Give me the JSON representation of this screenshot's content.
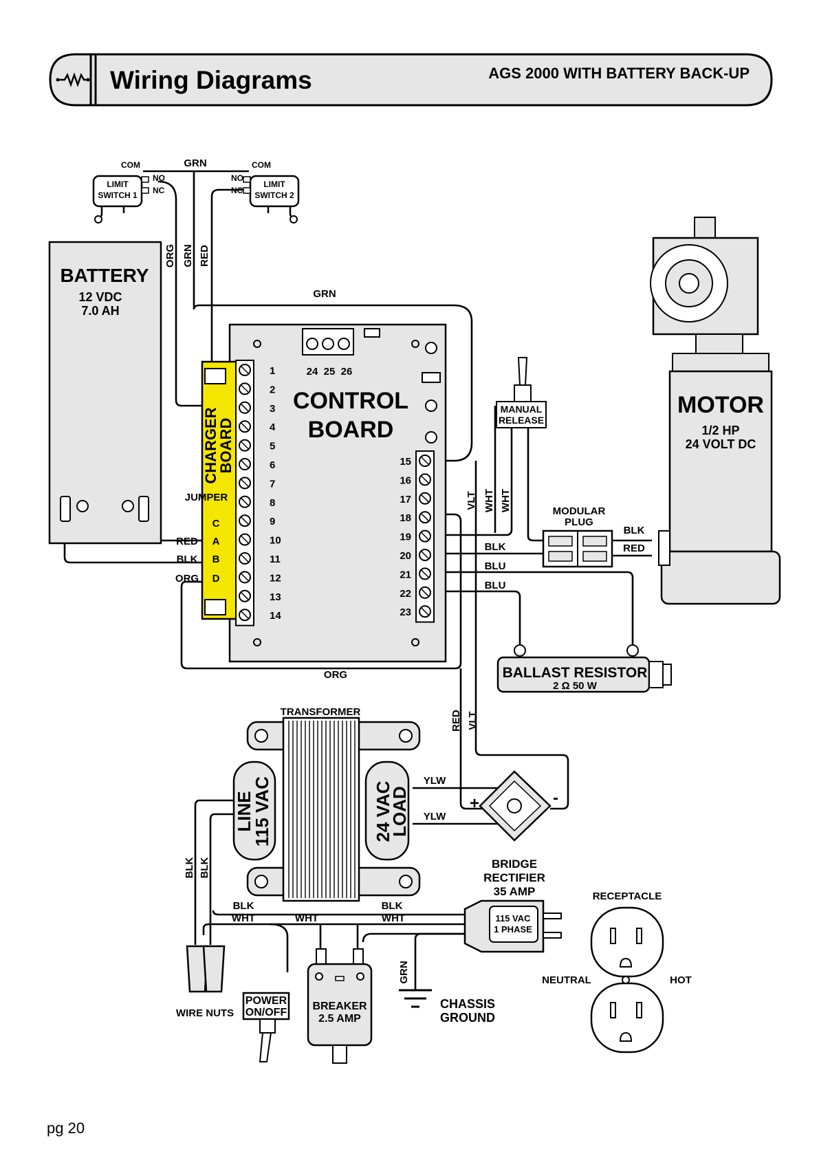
{
  "header": {
    "title": "Wiring Diagrams",
    "subtitle": "AGS 2000 WITH BATTERY BACK-UP",
    "resistor_icon": "resistor-icon"
  },
  "page": {
    "number": "pg 20"
  },
  "components": {
    "limit_switch_1": {
      "line1": "LIMIT",
      "line2": "SWITCH 1",
      "com": "COM",
      "no": "NO",
      "nc": "NC"
    },
    "limit_switch_2": {
      "line1": "LIMIT",
      "line2": "SWITCH 2",
      "com": "COM",
      "no": "NO",
      "nc": "NC"
    },
    "battery": {
      "title": "BATTERY",
      "voltage": "12 VDC",
      "capacity": "7.0 AH"
    },
    "control_board": {
      "line1": "CONTROL",
      "line2": "BOARD",
      "left_terminals": [
        "1",
        "2",
        "3",
        "4",
        "5",
        "6",
        "7",
        "8",
        "9",
        "10",
        "11",
        "12",
        "13",
        "14"
      ],
      "right_terminals": [
        "15",
        "16",
        "17",
        "18",
        "19",
        "20",
        "21",
        "22",
        "23"
      ],
      "top_terminals": [
        "24",
        "25",
        "26"
      ]
    },
    "charger_board": {
      "line1": "CHARGER",
      "line2": "BOARD",
      "jumper": "JUMPER",
      "pins": [
        "C",
        "A",
        "B",
        "D"
      ]
    },
    "motor": {
      "title": "MOTOR",
      "power": "1/2 HP",
      "voltage": "24 VOLT DC"
    },
    "manual_release": {
      "line1": "MANUAL",
      "line2": "RELEASE"
    },
    "modular_plug": {
      "line1": "MODULAR",
      "line2": "PLUG"
    },
    "ballast_resistor": {
      "title": "BALLAST RESISTOR",
      "rating": "2 Ω  50 W"
    },
    "transformer": {
      "title": "TRANSFORMER",
      "line_1": "LINE",
      "line_2": "115 VAC",
      "load_1": "24 VAC",
      "load_2": "LOAD"
    },
    "bridge_rectifier": {
      "line1": "BRIDGE",
      "line2": "RECTIFIER",
      "line3": "35 AMP",
      "plus": "+",
      "minus": "-"
    },
    "receptacle": {
      "title": "RECEPTACLE",
      "neutral": "NEUTRAL",
      "hot": "HOT"
    },
    "plug": {
      "line1": "115 VAC",
      "line2": "1 PHASE"
    },
    "chassis_ground": {
      "line1": "CHASSIS",
      "line2": "GROUND"
    },
    "power_switch": {
      "line1": "POWER",
      "line2": "ON/OFF"
    },
    "breaker": {
      "line1": "BREAKER",
      "line2": "2.5 AMP"
    },
    "wire_nuts": {
      "label": "WIRE NUTS"
    }
  },
  "wire_labels": {
    "grn_top": "GRN",
    "org_v": "ORG",
    "grn_v": "GRN",
    "red_v": "RED",
    "grn_loop": "GRN",
    "red_10": "RED",
    "blk_11": "BLK",
    "org_12": "ORG",
    "org_bottom": "ORG",
    "vlt_v1": "VLT",
    "wht_v1": "WHT",
    "wht_v2": "WHT",
    "blk_20": "BLK",
    "blu_21": "BLU",
    "blu_22": "BLU",
    "blk_motor": "BLK",
    "red_motor": "RED",
    "red_v2": "RED",
    "vlt_v2": "VLT",
    "ylw_1": "YLW",
    "ylw_2": "YLW",
    "blk_v1": "BLK",
    "blk_v2": "BLK",
    "blk_h1": "BLK",
    "blk_h2": "BLK",
    "wht_h1": "WHT",
    "wht_h2": "WHT",
    "wht_h3": "WHT",
    "grn_gnd": "GRN"
  }
}
